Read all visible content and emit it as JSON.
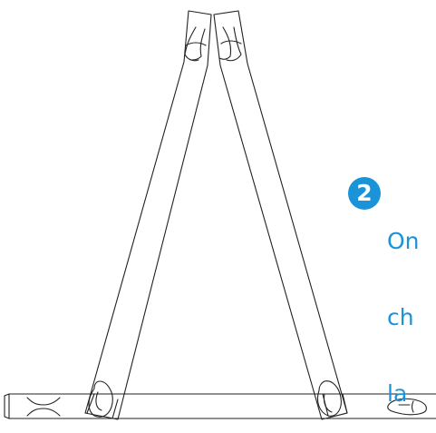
{
  "step": {
    "number": "2",
    "lines": [
      "On",
      "ch",
      "la"
    ]
  },
  "colors": {
    "accent": "#1a93d8",
    "line": "#222222",
    "background": "#ffffff"
  }
}
